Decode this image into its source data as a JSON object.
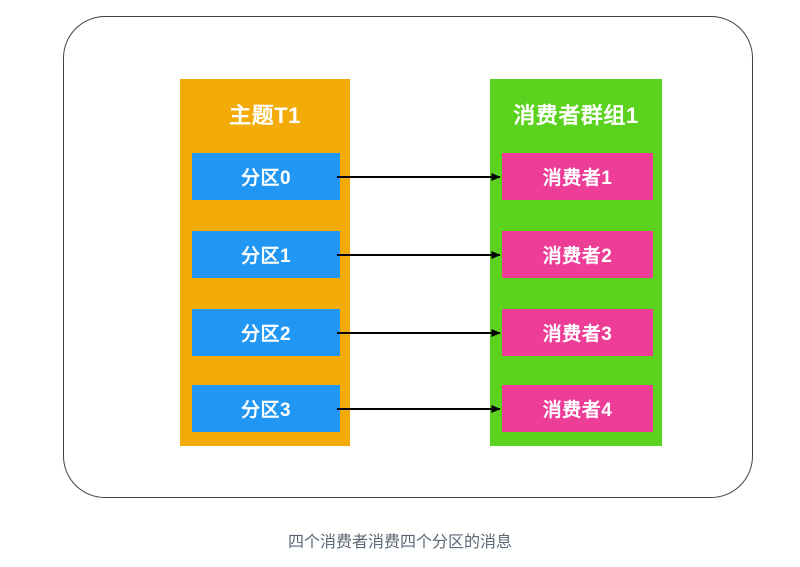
{
  "diagram": {
    "caption": "四个消费者消费四个分区的消息",
    "colors": {
      "topic_fill": "#F2AB07",
      "partition_fill": "#2196F3",
      "group_fill": "#5BD21D",
      "consumer_fill": "#EE3D96",
      "frame_border": "#3f4246",
      "arrow": "#000000",
      "caption_text": "#5a6775",
      "label_text": "#ffffff"
    },
    "topic": {
      "title": "主题T1",
      "partitions": [
        {
          "label": "分区0"
        },
        {
          "label": "分区1"
        },
        {
          "label": "分区2"
        },
        {
          "label": "分区3"
        }
      ]
    },
    "consumer_group": {
      "title": "消费者群组1",
      "consumers": [
        {
          "label": "消费者1"
        },
        {
          "label": "消费者2"
        },
        {
          "label": "消费者3"
        },
        {
          "label": "消费者4"
        }
      ]
    },
    "connections": [
      {
        "from": "分区0",
        "to": "消费者1"
      },
      {
        "from": "分区1",
        "to": "消费者2"
      },
      {
        "from": "分区2",
        "to": "消费者3"
      },
      {
        "from": "分区3",
        "to": "消费者4"
      }
    ]
  }
}
